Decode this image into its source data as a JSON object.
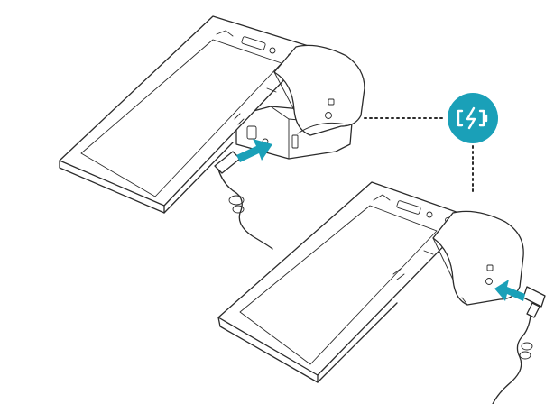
{
  "diagram": {
    "type": "illustration",
    "subject": "payment-terminal-charging",
    "steps": [
      {
        "name": "terminal-on-dock",
        "connector": "dock-power-port"
      },
      {
        "name": "terminal-direct",
        "connector": "terminal-power-port"
      }
    ]
  },
  "colors": {
    "accent": "#1aa0b8",
    "line": "#2b2b2b",
    "background": "#ffffff"
  },
  "icons": {
    "charging_badge": "charging-battery-icon",
    "arrow": "insert-arrow-icon"
  }
}
